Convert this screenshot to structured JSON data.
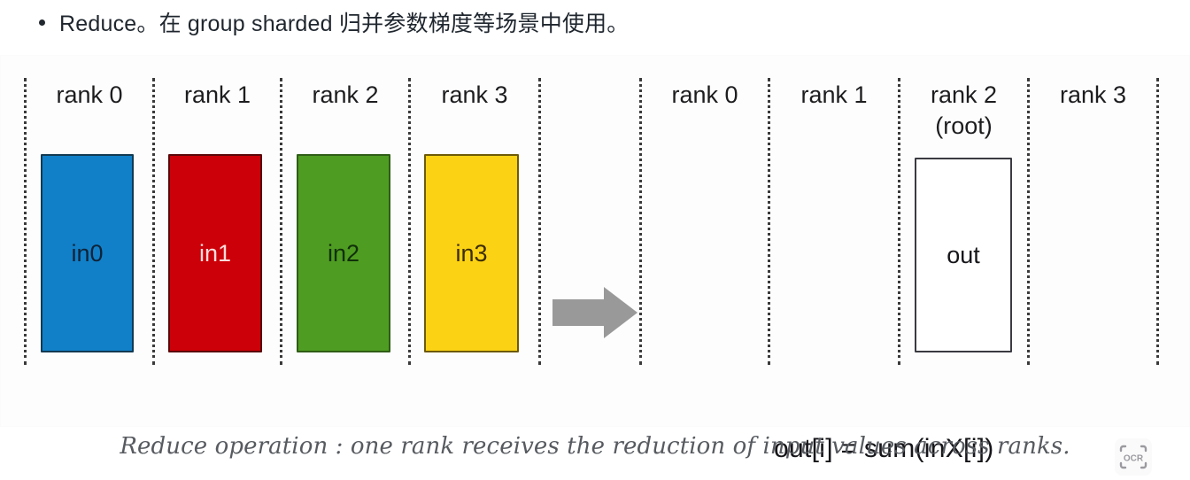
{
  "bullet": {
    "marker": "•",
    "text": "Reduce。在 group sharded 归并参数梯度等场景中使用。"
  },
  "figure": {
    "left_group": {
      "rank_labels": [
        "rank 0",
        "rank 1",
        "rank 2",
        "rank 3"
      ],
      "bars": [
        {
          "label": "in0",
          "color": "#1180c8",
          "text_color": "#0f2338"
        },
        {
          "label": "in1",
          "color": "#cc0008",
          "text_color": "#fbdcdc"
        },
        {
          "label": "in2",
          "color": "#4f9c22",
          "text_color": "#10300a"
        },
        {
          "label": "in3",
          "color": "#fcd215",
          "text_color": "#3b2d04"
        }
      ]
    },
    "arrow": {
      "name": "right-arrow",
      "color": "#999999"
    },
    "right_group": {
      "rank_labels": [
        "rank 0",
        "rank 1",
        "rank 2\n(root)",
        "rank 3"
      ],
      "bars": [
        {
          "label": "out",
          "color": "#ffffff",
          "text_color": "#16161a"
        }
      ]
    },
    "formula": "out[i] = sum(inX[i])",
    "ocr_badge_label": "OCR",
    "caption": "Reduce operation : one rank receives the reduction of input values across ranks."
  }
}
